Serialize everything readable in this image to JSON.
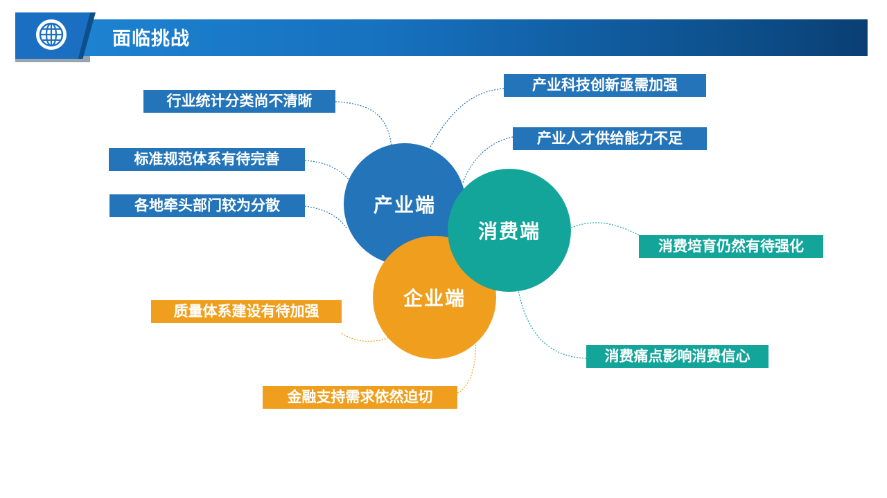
{
  "header": {
    "title": "面临挑战",
    "icon": "globe-icon"
  },
  "hubs": {
    "industry": {
      "label": "产业端",
      "color": "#2374b8"
    },
    "consumer": {
      "label": "消费端",
      "color": "#13a59a"
    },
    "enterprise": {
      "label": "企业端",
      "color": "#ef9f1d"
    }
  },
  "labels": {
    "industry_stats": "行业统计分类尚不清晰",
    "standards": "标准规范体系有待完善",
    "leadership": "各地牵头部门较为分散",
    "tech_innovation": "产业科技创新亟需加强",
    "talent_supply": "产业人才供给能力不足",
    "consumer_cultivation": "消费培育仍然有待强化",
    "consumer_pain": "消费痛点影响消费信心",
    "quality_system": "质量体系建设有待加强",
    "finance_support": "金融支持需求依然迫切"
  }
}
